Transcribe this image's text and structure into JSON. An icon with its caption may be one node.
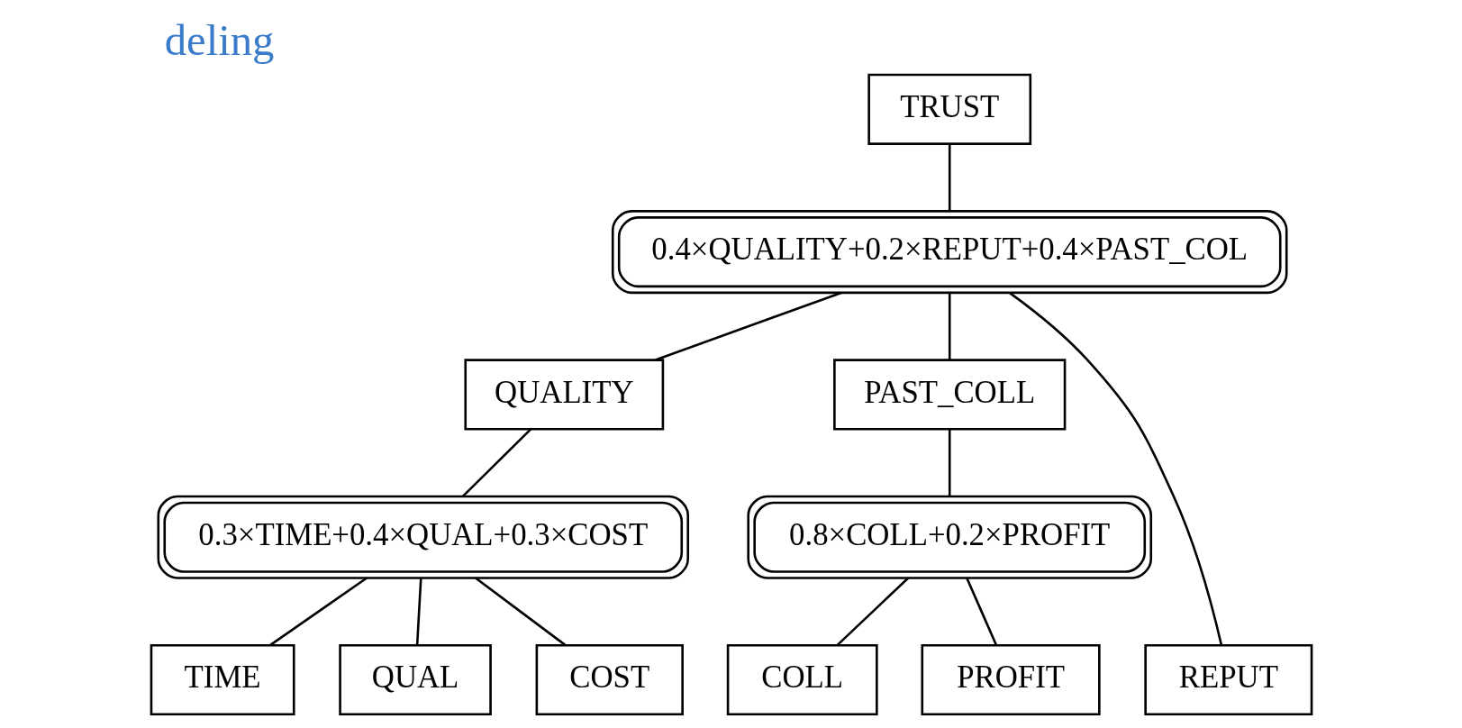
{
  "diagram": {
    "title": "deling",
    "nodes": [
      {
        "text": [
          "TRUST"
        ]
      },
      {
        "text": [
          "0.4×QUALITY+0.2×REPUT+0.4×PAST_COL"
        ]
      },
      {
        "text": [
          "QUALITY"
        ]
      },
      {
        "text": [
          "PAST_COLL"
        ]
      },
      {
        "text": [
          "0.3×TIME+0.4×QUAL+0.3×COST"
        ]
      },
      {
        "text": [
          "0.8×COLL+0.2×PROFIT"
        ]
      },
      {
        "text": [
          "TIME"
        ]
      },
      {
        "text": [
          "QUAL"
        ]
      },
      {
        "text": [
          "COST"
        ]
      },
      {
        "text": [
          "REPUT"
        ]
      },
      {
        "text": [
          "COLL"
        ]
      },
      {
        "text": [
          "PROFIT"
        ]
      }
    ],
    "edges": [
      {
        "from": 0,
        "to": 1,
        "arrow": "none"
      },
      {
        "from": 1,
        "to": 2,
        "arrow": "none"
      },
      {
        "from": 1,
        "to": 9,
        "arrow": "none"
      },
      {
        "from": 1,
        "to": 3,
        "arrow": "none"
      },
      {
        "from": 2,
        "to": 4,
        "arrow": "none"
      },
      {
        "from": 3,
        "to": 5,
        "arrow": "none"
      },
      {
        "from": 4,
        "to": 6,
        "arrow": "none"
      },
      {
        "from": 4,
        "to": 7,
        "arrow": "none"
      },
      {
        "from": 4,
        "to": 8,
        "arrow": "none"
      },
      {
        "from": 5,
        "to": 10,
        "arrow": "none"
      },
      {
        "from": 5,
        "to": 11,
        "arrow": "none"
      }
    ]
  }
}
